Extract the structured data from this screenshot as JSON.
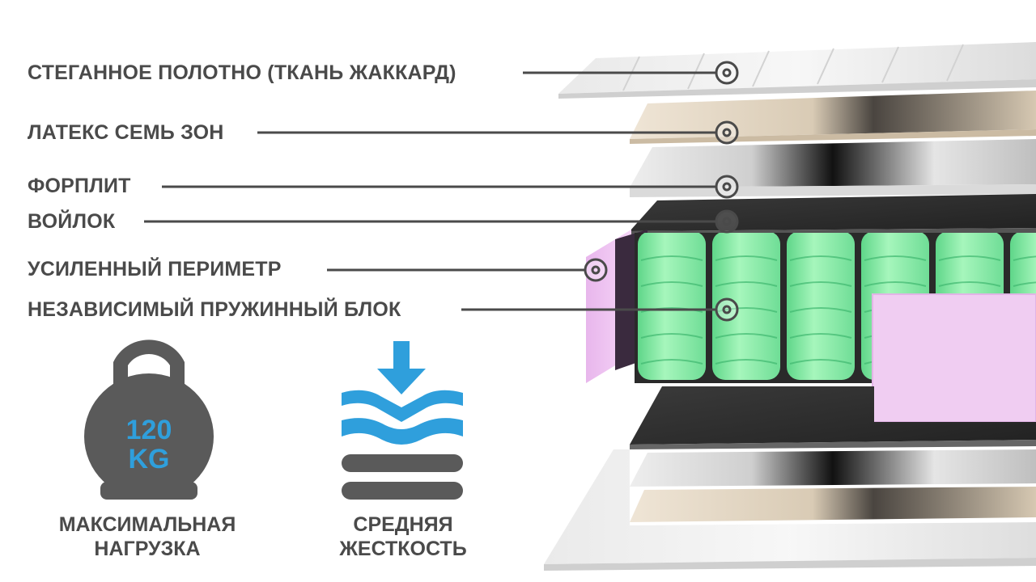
{
  "layers": [
    {
      "label": "СТЕГАННОЕ ПОЛОТНО (ТКАНЬ ЖАККАРД)"
    },
    {
      "label": "ЛАТЕКС СЕМЬ ЗОН"
    },
    {
      "label": "ФОРПЛИТ"
    },
    {
      "label": "ВОЙЛОК"
    },
    {
      "label": "УСИЛЕННЫЙ ПЕРИМЕТР"
    },
    {
      "label": "НЕЗАВИСИМЫЙ ПРУЖИННЫЙ БЛОК"
    }
  ],
  "load": {
    "value_line1": "120",
    "value_line2": "KG",
    "caption_line1": "МАКСИМАЛЬНАЯ",
    "caption_line2": "НАГРУЗКА"
  },
  "firmness": {
    "caption_line1": "СРЕДНЯЯ",
    "caption_line2": "ЖЕСТКОСТЬ"
  },
  "colors": {
    "text": "#4a4a4a",
    "icon_dark": "#5a5a5a",
    "accent_blue": "#2f9fdc",
    "spring_green": "#8ef0a8",
    "perimeter_pink": "#f1c6f4",
    "latex_beige": "#e7dccb",
    "felt_dark": "#333333"
  }
}
